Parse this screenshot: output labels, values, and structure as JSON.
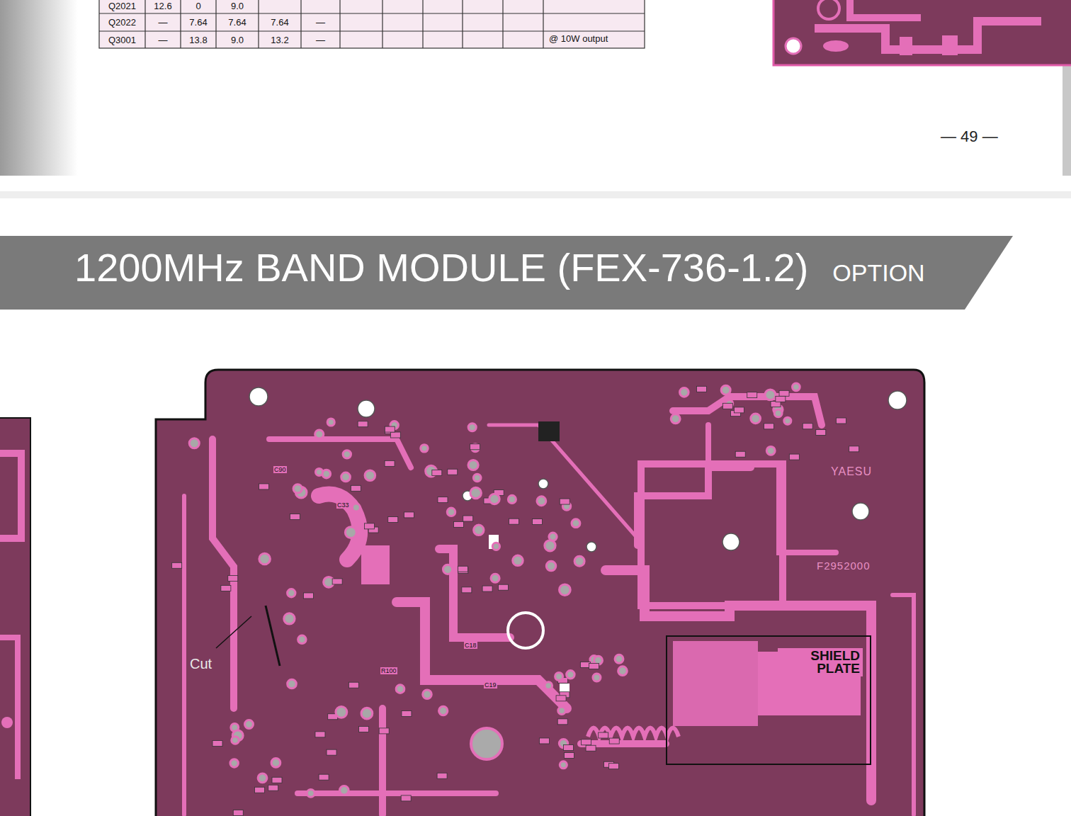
{
  "diagram": {
    "title": "1200MHz BAND MODULE (FEX-736-1.2)",
    "nodes": [
      {
        "text": [
          "SHIELD PLATE"
        ]
      }
    ],
    "labels": [
      "Q2021",
      "12.6",
      "0",
      "9.0",
      "Q2022",
      "—",
      "7.64",
      "7.64",
      "7.64",
      "—",
      "Q3001",
      "—",
      "13.8",
      "9.0",
      "13.2",
      "—",
      "@ 10W output",
      "— 49 —",
      "OPTION",
      "Cut",
      "YAESU",
      "F2952000",
      "R100",
      "C19",
      "C18",
      "C90",
      "C33"
    ]
  }
}
